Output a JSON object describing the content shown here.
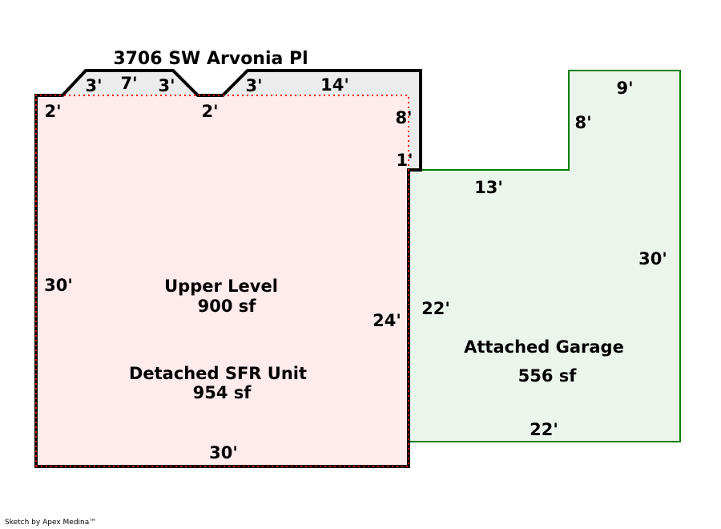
{
  "title": "3706 SW Arvonia Pl",
  "colors": {
    "upper_fill": "#feebeb",
    "upper_edge": "#ff0000",
    "outline": "#000000",
    "overhang_fill": "#ececec",
    "garage_fill": "#ebf5eb",
    "garage_edge": "#008000"
  },
  "areas": {
    "upper_level": {
      "name": "Upper Level",
      "area": "900 sf"
    },
    "detached_unit": {
      "name": "Detached SFR Unit",
      "area": "954 sf"
    },
    "garage": {
      "name": "Attached Garage",
      "area": "556 sf"
    }
  },
  "dimensions": {
    "top_left_step": "2'",
    "bay1_left": "3'",
    "bay1_top": "7'",
    "bay1_right": "3'",
    "mid_step": "2'",
    "bay2_left": "3'",
    "top_right": "14'",
    "right_upper": "8'",
    "right_jog": "1'",
    "left": "30'",
    "bottom": "30'",
    "unit_right": "24'",
    "garage_left": "22'",
    "garage_top": "13'",
    "garage_notch_side": "8'",
    "garage_notch_top": "9'",
    "garage_right": "30'",
    "garage_bottom": "22'"
  },
  "credit": "Sketch by Apex Medina™"
}
